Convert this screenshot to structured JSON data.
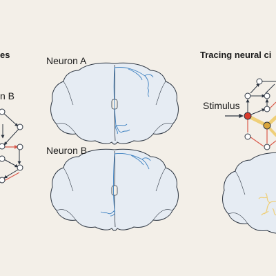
{
  "left_panel": {
    "title_fragment": "es",
    "label_fragment": "n B"
  },
  "middle_panel": {
    "neuron_a_label": "Neuron A",
    "neuron_b_label": "Neuron B"
  },
  "right_panel": {
    "title": "Tracing neural ci",
    "stimulus_label": "Stimulus"
  },
  "colors": {
    "background": "#f3efe8",
    "brain_fill": "#e6ecf3",
    "brain_stroke": "#2b3440",
    "neuron_trace": "#3a7fc0",
    "node_stroke": "#2b3440",
    "edge_dark": "#2b3440",
    "edge_red": "#d9594a",
    "stimulus_node": "#d93a2b",
    "active_node": "#d9a53a",
    "active_path": "#efcf78"
  }
}
